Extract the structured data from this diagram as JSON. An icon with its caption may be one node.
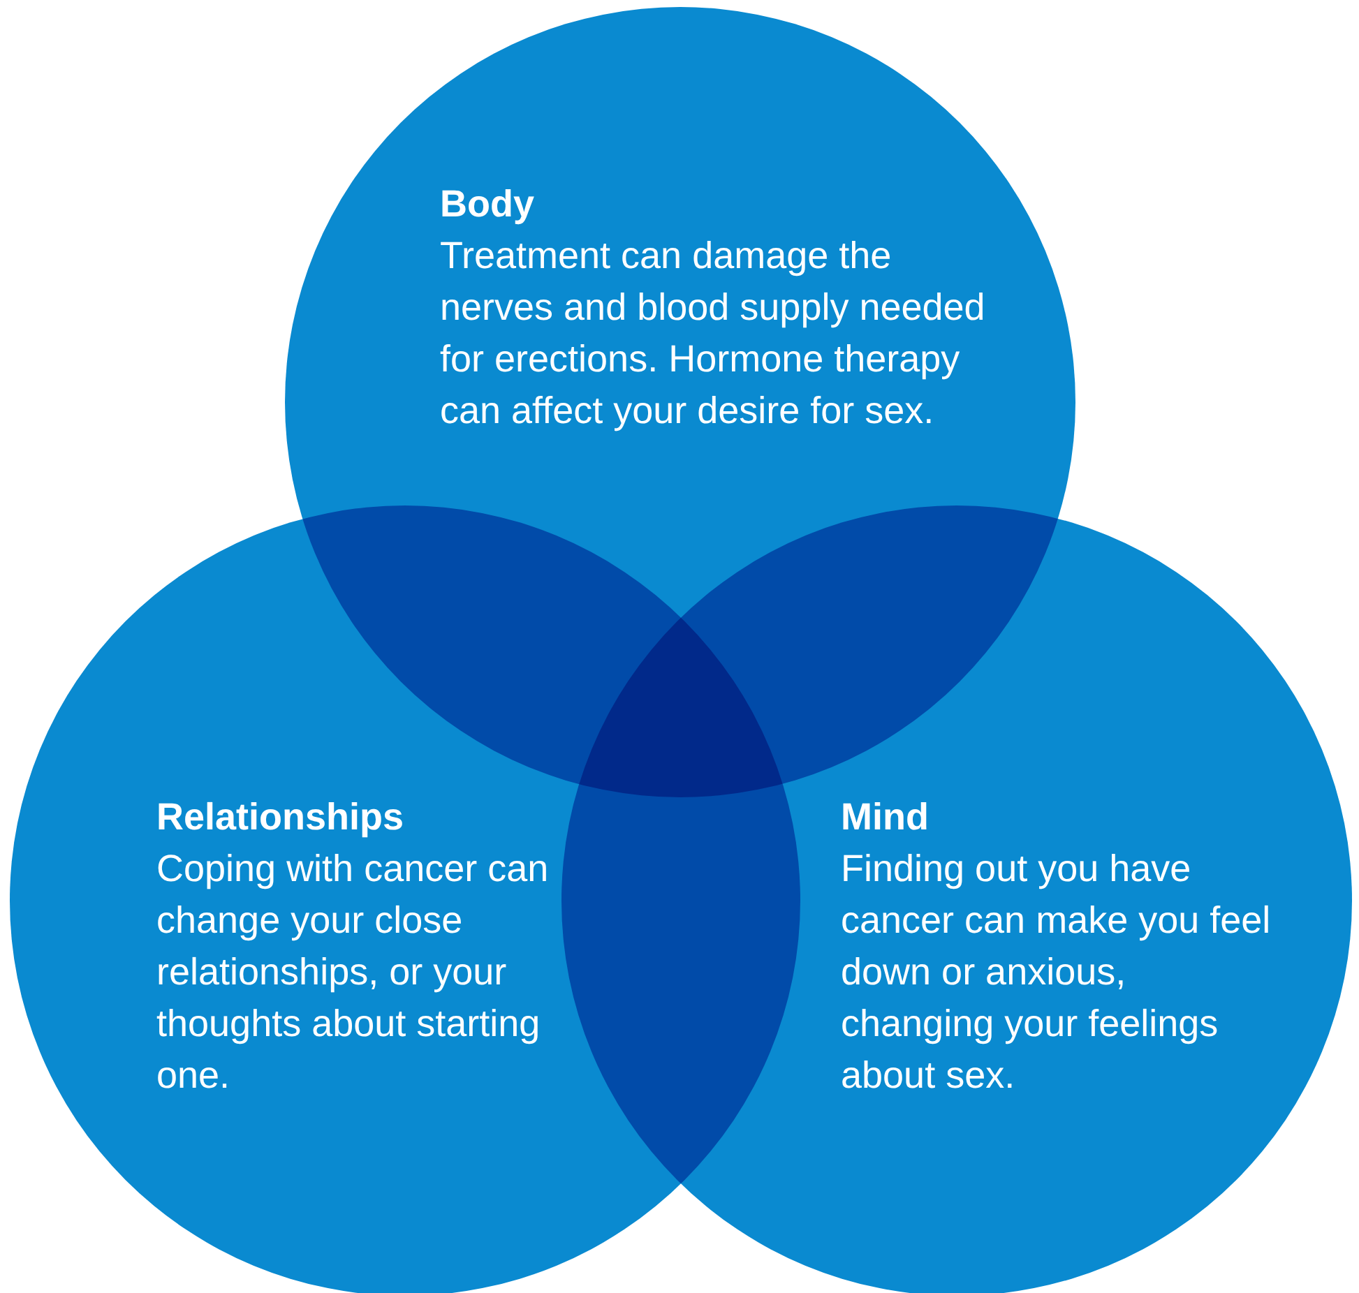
{
  "diagram": {
    "nodes": [
      {
        "text": [
          "Body",
          "Treatment can damage the nerves and blood supply needed for erections. Hormone therapy can affect your desire for sex."
        ]
      },
      {
        "text": [
          "Relationships",
          "Coping with cancer can change your close relationships, or your thoughts about starting one."
        ]
      },
      {
        "text": [
          "Mind",
          "Finding out you have cancer can make you feel down or anxious, changing your feelings about sex."
        ]
      }
    ]
  }
}
